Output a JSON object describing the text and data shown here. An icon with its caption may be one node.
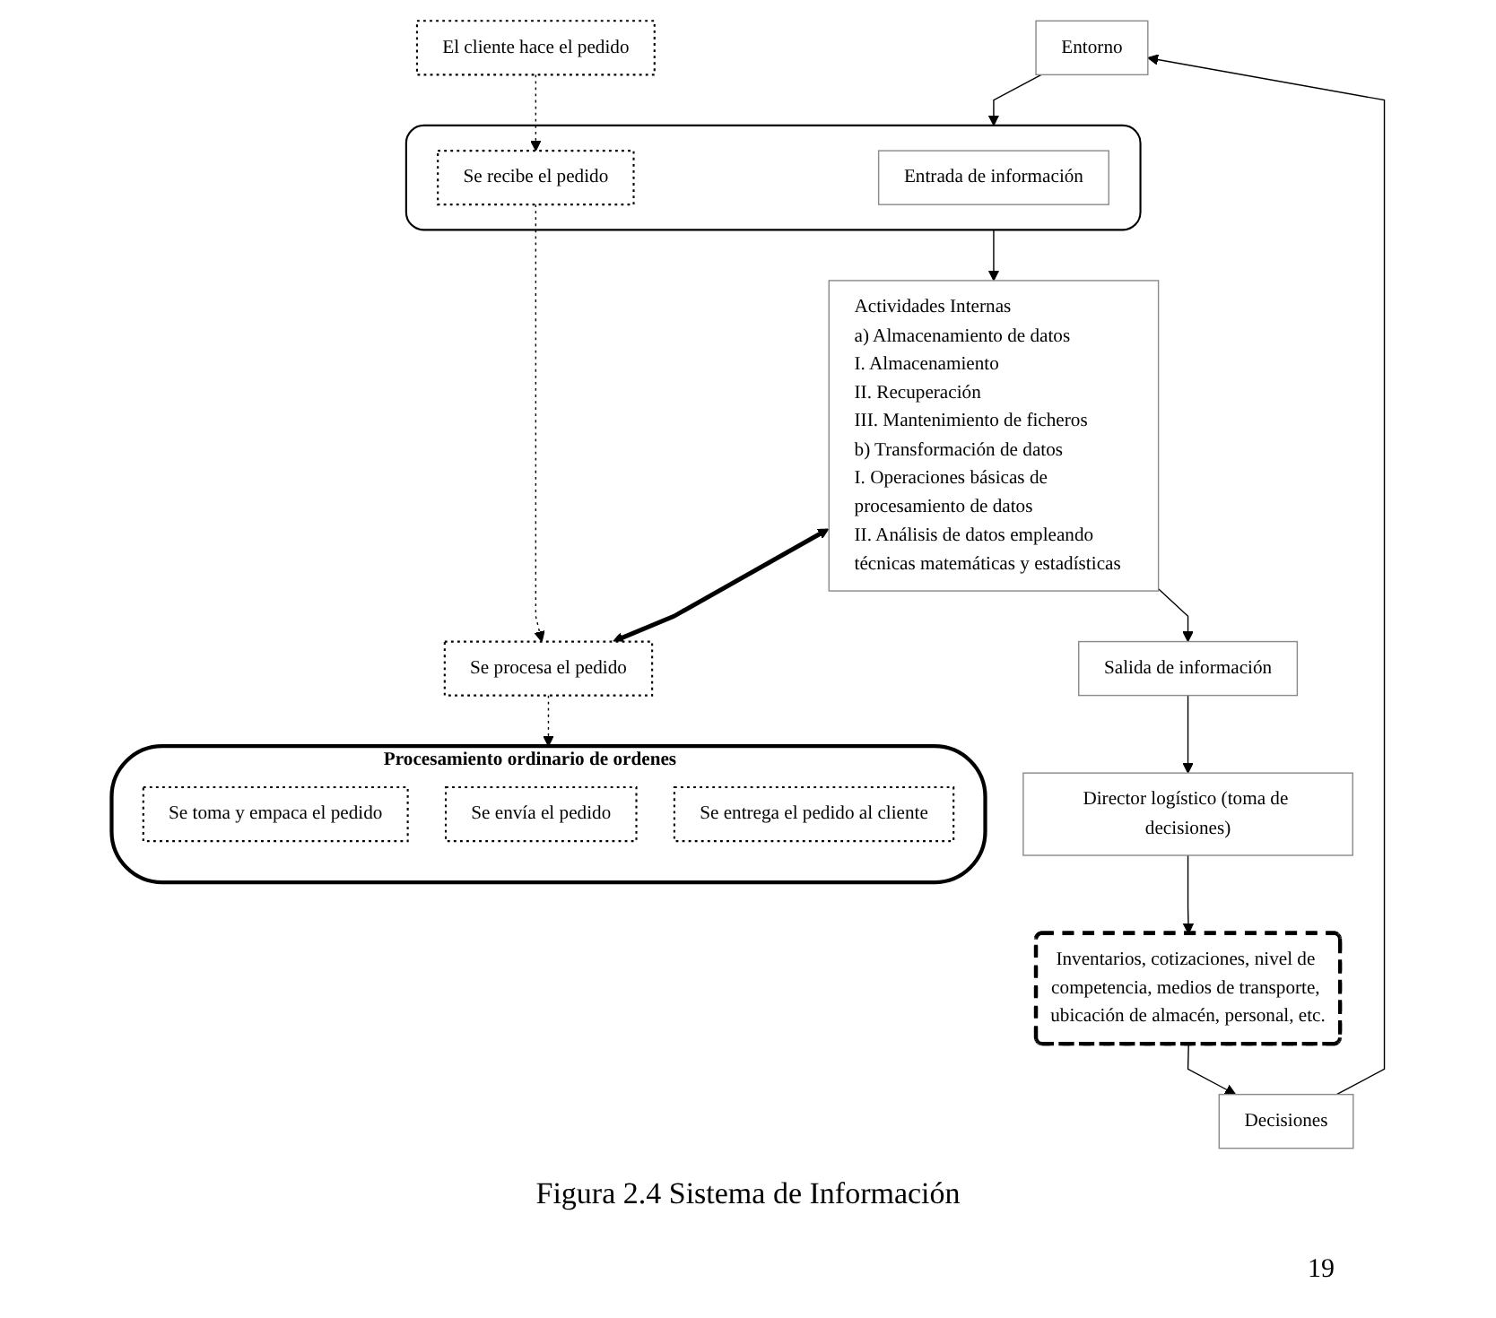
{
  "diagram": {
    "caption": "Figura 2.4 Sistema de Información",
    "nodes": [
      {
        "text": [
          "Entorno"
        ]
      },
      {
        "text": [
          "El cliente hace el pedido"
        ]
      },
      {
        "text": [],
        "shape": "box"
      },
      {
        "text": [
          "Entrada de información"
        ],
        "in": 2
      },
      {
        "text": [
          "Se recibe el pedido"
        ],
        "in": 2
      },
      {
        "text": [
          "Decisiones"
        ]
      },
      {
        "text": [
          "Actividades Internas",
          "a) Almacenamiento de datos",
          "I. Almacenamiento",
          "II. Recuperación",
          "III. Mantenimiento de ficheros",
          "b) Transformación de datos",
          "I. Operaciones básicas de procesamiento de datos",
          "II. Análisis de datos empleando técnicas matemáticas y estadísticas"
        ]
      },
      {
        "text": [
          "Se procesa el pedido"
        ]
      },
      {
        "text": [
          "Inventarios, cotizaciones, nivel de competencia, medios de transporte, ubicación de almacén, personal, etc."
        ]
      },
      {
        "text": [
          "Procesamiento ordinario de ordenes"
        ]
      },
      {
        "text": [
          "Se toma y empaca el pedido"
        ],
        "in": 9
      },
      {
        "text": [
          "Se envía el pedido"
        ],
        "in": 9
      },
      {
        "text": [
          "Se entrega el pedido al cliente"
        ],
        "in": 9
      },
      {
        "text": [
          "Director logístico (toma de decisiones)"
        ]
      },
      {
        "text": [
          "Salida de información"
        ]
      }
    ],
    "edges": [
      {
        "from": 5,
        "to": 0,
        "arrow": "to"
      },
      {
        "from": 1,
        "to": 4,
        "arrow": "to",
        "style": "dashed"
      },
      {
        "from": 0,
        "to": 2,
        "arrow": "to"
      },
      {
        "from": 2,
        "to": 6,
        "arrow": "to"
      },
      {
        "from": 4,
        "to": 7,
        "arrow": "to",
        "style": "dashed"
      },
      {
        "from": 6,
        "to": 7,
        "arrow": "both",
        "style": "thick"
      },
      {
        "from": 7,
        "to": 9,
        "arrow": "to",
        "style": "dashed"
      },
      {
        "from": 6,
        "to": 14,
        "arrow": "to"
      },
      {
        "from": 14,
        "to": 13,
        "arrow": "to"
      },
      {
        "from": 13,
        "to": 8,
        "arrow": "to"
      },
      {
        "from": 8,
        "to": 5,
        "arrow": "to"
      }
    ],
    "labels": [
      "19"
    ]
  }
}
